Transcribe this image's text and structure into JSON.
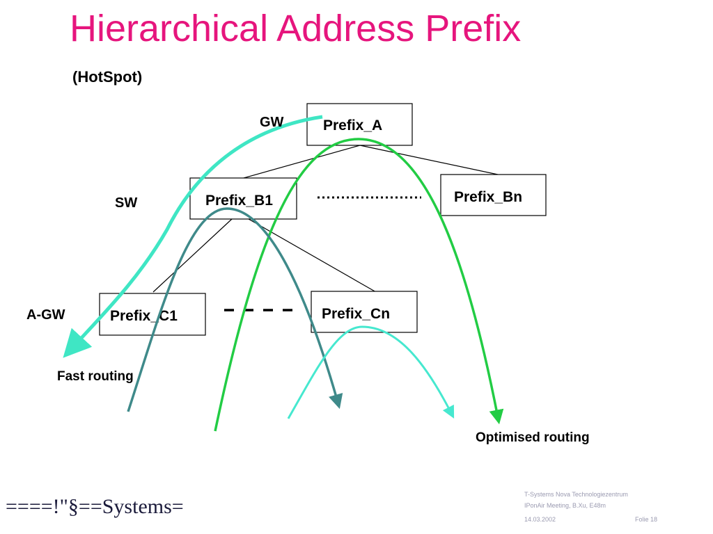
{
  "slide": {
    "title": "Hierarchical Address Prefix",
    "subtitle": "(HotSpot)",
    "title_color": "#e6157d"
  },
  "diagram": {
    "nodes": {
      "prefix_a": "Prefix_A",
      "prefix_b1": "Prefix_B1",
      "prefix_bn": "Prefix_Bn",
      "prefix_c1": "Prefix_C1",
      "prefix_cn": "Prefix_Cn"
    },
    "level_labels": {
      "gw": "GW",
      "sw": "SW",
      "agw": "A-GW"
    },
    "captions": {
      "fast_routing": "Fast routing",
      "optimised_routing": "Optimised routing"
    },
    "colors": {
      "fast_routing_arrow": "#3fe6c4",
      "optimised_routing_arrow": "#22cc44",
      "b1_arc": "#3f8a8a",
      "cn_arc": "#46e8cf",
      "dots": "#000000"
    }
  },
  "footer": {
    "logo": "====!\"§==Systems=",
    "org": "T-Systems Nova Technologiezentrum",
    "meeting": "IPonAir Meeting, B.Xu, E48m",
    "date": "14.03.2002",
    "slide_no": "Folie 18"
  }
}
